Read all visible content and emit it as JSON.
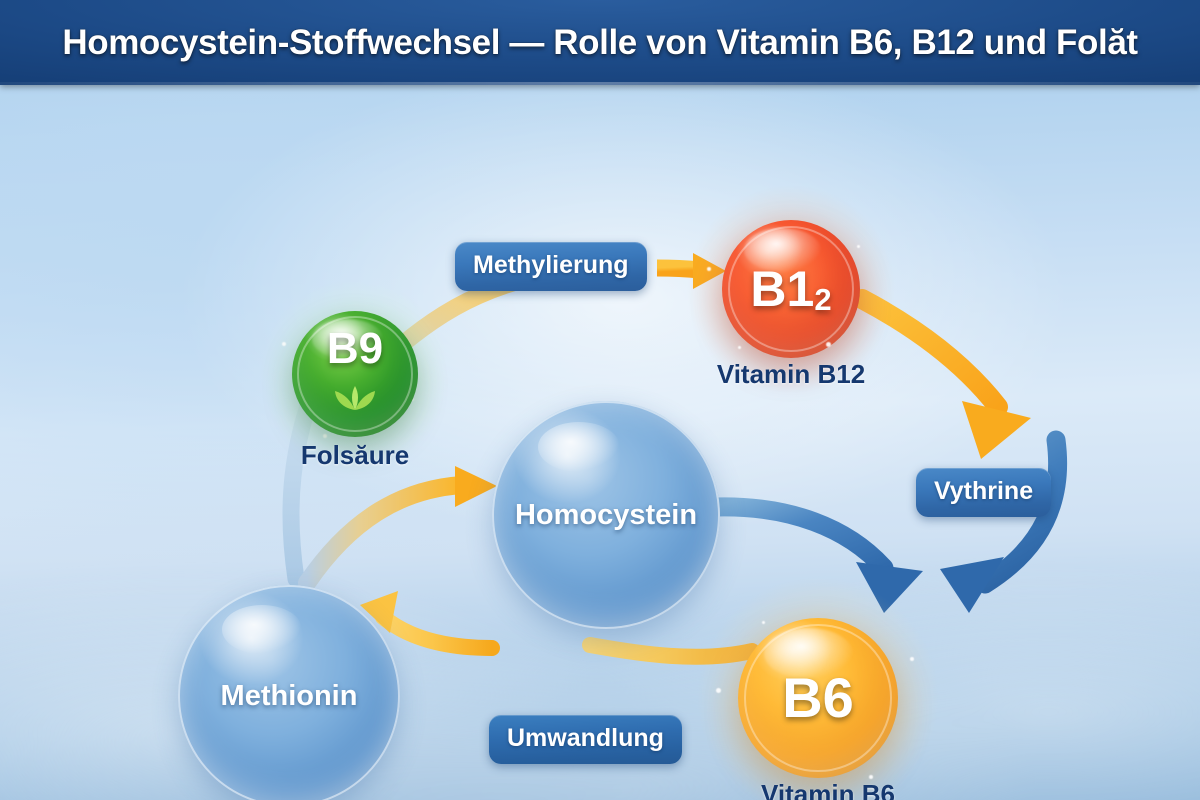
{
  "header": {
    "title": "Homocystein-Stoffwechsel — Rolle von Vitamin B6, B12 und Folăt"
  },
  "colors": {
    "header_bg": "#1d4b88",
    "canvas_top": "#aed1ee",
    "canvas_bottom": "#8fb7da",
    "chip_blue": "#3a78bb",
    "caption_blue": "#15386f",
    "orb_b12_red": "#da2410",
    "orb_b9_green": "#1f8a28",
    "orb_b6_orange": "#f08a00",
    "arrow_orange": "#f9b233",
    "arrow_blue": "#3a74b5",
    "arrow_pale": "#b9d3ea",
    "bubble_blue": "#5f96cd"
  },
  "diagram": {
    "type": "cycle-flow",
    "nodes": [
      {
        "id": "folsaeure",
        "kind": "vitamin-orb",
        "orb_text": "B9",
        "orb_text_sub": "",
        "caption": "Folsăure",
        "color": "#1f8a28",
        "icon": "leaf-icon"
      },
      {
        "id": "vitamin_b12",
        "kind": "vitamin-orb",
        "orb_text": "B1",
        "orb_text_sub": "2",
        "caption": "Vitamin B12",
        "color": "#da2410",
        "icon": ""
      },
      {
        "id": "vitamin_b6",
        "kind": "vitamin-orb",
        "orb_text": "B6",
        "orb_text_sub": "",
        "caption": "Vitamin B6",
        "color": "#f08a00",
        "icon": ""
      },
      {
        "id": "homocystein",
        "kind": "bubble",
        "label": "Homocystein",
        "color": "#5f96cd"
      },
      {
        "id": "methionin",
        "kind": "bubble",
        "label": "Methionin",
        "color": "#5f96cd"
      }
    ],
    "process_labels": [
      {
        "id": "methylierung",
        "label": "Methylierung"
      },
      {
        "id": "vythrine",
        "label": "Vythrine"
      },
      {
        "id": "umwandlung",
        "label": "Umwandlung"
      }
    ],
    "edges": [
      {
        "from": "folsaeure",
        "to": "vitamin_b12",
        "via": "methylierung",
        "color": "#f9b233",
        "style": "orange-arrow"
      },
      {
        "from": "vitamin_b12",
        "to": "vythrine",
        "via": "",
        "color": "#f9b233",
        "style": "orange-arrow"
      },
      {
        "from": "homocystein",
        "to": "vitamin_b6",
        "via": "",
        "color": "#3a74b5",
        "style": "blue-arrow"
      },
      {
        "from": "vythrine",
        "to": "vitamin_b6",
        "via": "",
        "color": "#3a74b5",
        "style": "blue-arrow"
      },
      {
        "from": "vitamin_b6",
        "to": "methionin",
        "via": "umwandlung",
        "color": "#f9b233",
        "style": "orange-arrow"
      },
      {
        "from": "methionin",
        "to": "homocystein",
        "via": "",
        "color": "#f9b233",
        "style": "orange-arrow"
      },
      {
        "from": "folsaeure",
        "to": "methionin",
        "via": "",
        "color": "#b9d3ea",
        "style": "pale-connector"
      }
    ]
  },
  "nodes": {
    "folsaeure": {
      "orb_text": "B9",
      "caption": "Folsăure"
    },
    "vitamin_b12": {
      "orb_text": "B1",
      "orb_sub": "2",
      "caption": "Vitamin B12"
    },
    "vitamin_b6": {
      "orb_text": "B6",
      "caption": "Vitamin B6"
    },
    "homocystein": {
      "label": "Homocystein"
    },
    "methionin": {
      "label": "Methionin"
    }
  },
  "chips": {
    "methylierung": "Methylierung",
    "vythrine": "Vythrine",
    "umwandlung": "Umwandlung"
  }
}
